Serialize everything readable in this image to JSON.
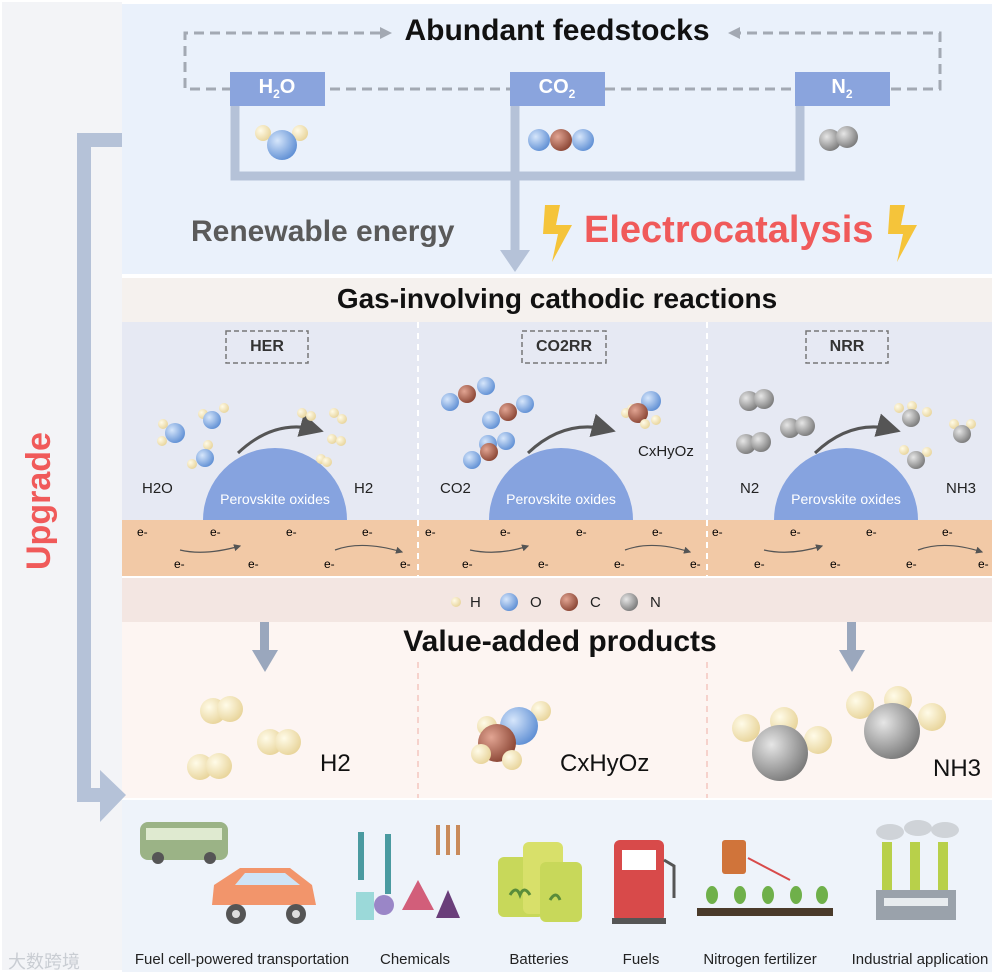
{
  "feedstocks": {
    "title": "Abundant feedstocks",
    "items": [
      {
        "label": "H",
        "sub": "2",
        "rest": "O"
      },
      {
        "label": "CO",
        "sub": "2",
        "rest": ""
      },
      {
        "label": "N",
        "sub": "2",
        "rest": ""
      }
    ]
  },
  "energy": {
    "renewable": "Renewable energy",
    "electrocatalysis": "Electrocatalysis"
  },
  "side_label": "Upgrade",
  "reactions": {
    "title": "Gas-involving cathodic reactions",
    "panels": [
      {
        "tag": "HER",
        "reactant": "H2O",
        "product": "H2",
        "support": "Perovskite oxides"
      },
      {
        "tag": "CO2RR",
        "reactant": "CO2",
        "product": "CxHyOz",
        "support": "Perovskite oxides"
      },
      {
        "tag": "NRR",
        "reactant": "N2",
        "product": "NH3",
        "support": "Perovskite oxides"
      }
    ],
    "electron": "e-"
  },
  "legend": [
    {
      "label": "H",
      "color": "#f6e6b4"
    },
    {
      "label": "O",
      "color": "#8fb5e5"
    },
    {
      "label": "C",
      "color": "#b86a55"
    },
    {
      "label": "N",
      "color": "#9a9a9a"
    }
  ],
  "products": {
    "title": "Value-added products",
    "items": [
      "H2",
      "CxHyOz",
      "NH3"
    ]
  },
  "applications": [
    "Fuel cell-powered transportation",
    "Chemicals",
    "Batteries",
    "Fuels",
    "Nitrogen fertilizer",
    "Industrial application"
  ],
  "watermark": "大数跨境",
  "colors": {
    "accent_red": "#f05a5a",
    "box_blue": "#8aa4dd",
    "pipe_gray": "#b5c2d8",
    "substrate": "#f2c9a6"
  }
}
